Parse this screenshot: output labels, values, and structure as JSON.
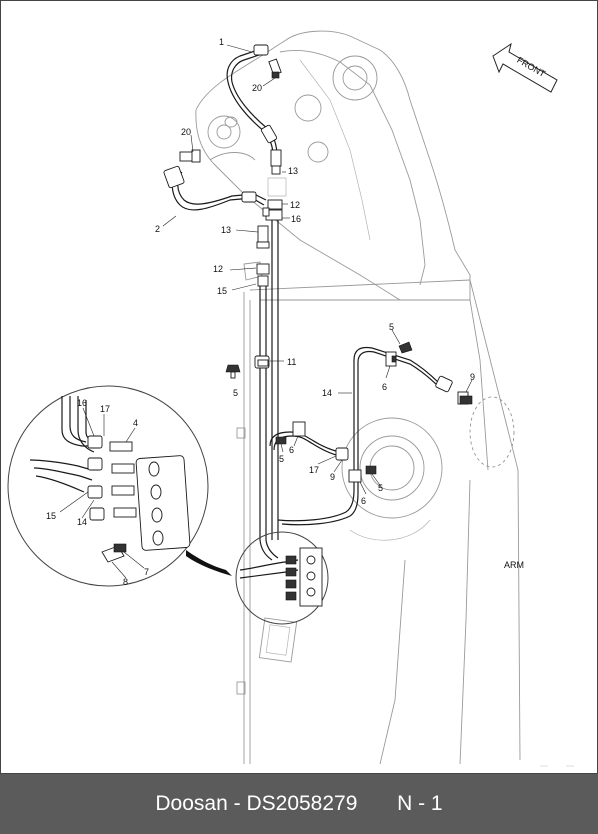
{
  "diagram": {
    "direction_label": "FRONT",
    "component_label": "ARM",
    "callouts": {
      "c1": "1",
      "c2": "2",
      "c4": "4",
      "c5a": "5",
      "c5b": "5",
      "c5c": "5",
      "c5d": "5",
      "c6a": "6",
      "c6b": "6",
      "c6c": "6",
      "c7": "7",
      "c8": "8",
      "c9a": "9",
      "c9b": "9",
      "c11": "11",
      "c12a": "12",
      "c12b": "12",
      "c13a": "13",
      "c13b": "13",
      "c14a": "14",
      "c14b": "14",
      "c15a": "15",
      "c15b": "15",
      "c16a": "16",
      "c16b": "16",
      "c17a": "17",
      "c17b": "17",
      "c20a": "20",
      "c20b": "20"
    }
  },
  "footer": {
    "brand": "Doosan",
    "separator": "-",
    "part_number": "DS2058279",
    "page": "N - 1"
  }
}
